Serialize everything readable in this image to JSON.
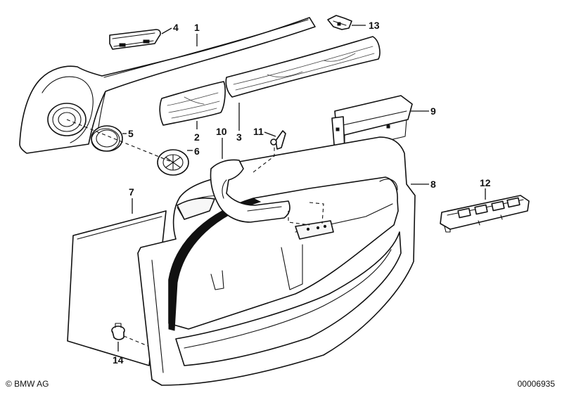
{
  "callouts": {
    "c1": "1",
    "c2": "2",
    "c3": "3",
    "c4": "4",
    "c5": "5",
    "c6": "6",
    "c7": "7",
    "c8": "8",
    "c9": "9",
    "c10": "10",
    "c11": "11",
    "c12": "12",
    "c13": "13",
    "c14": "14"
  },
  "footer": {
    "copyright": "© BMW AG",
    "diagram_number": "00006935"
  }
}
